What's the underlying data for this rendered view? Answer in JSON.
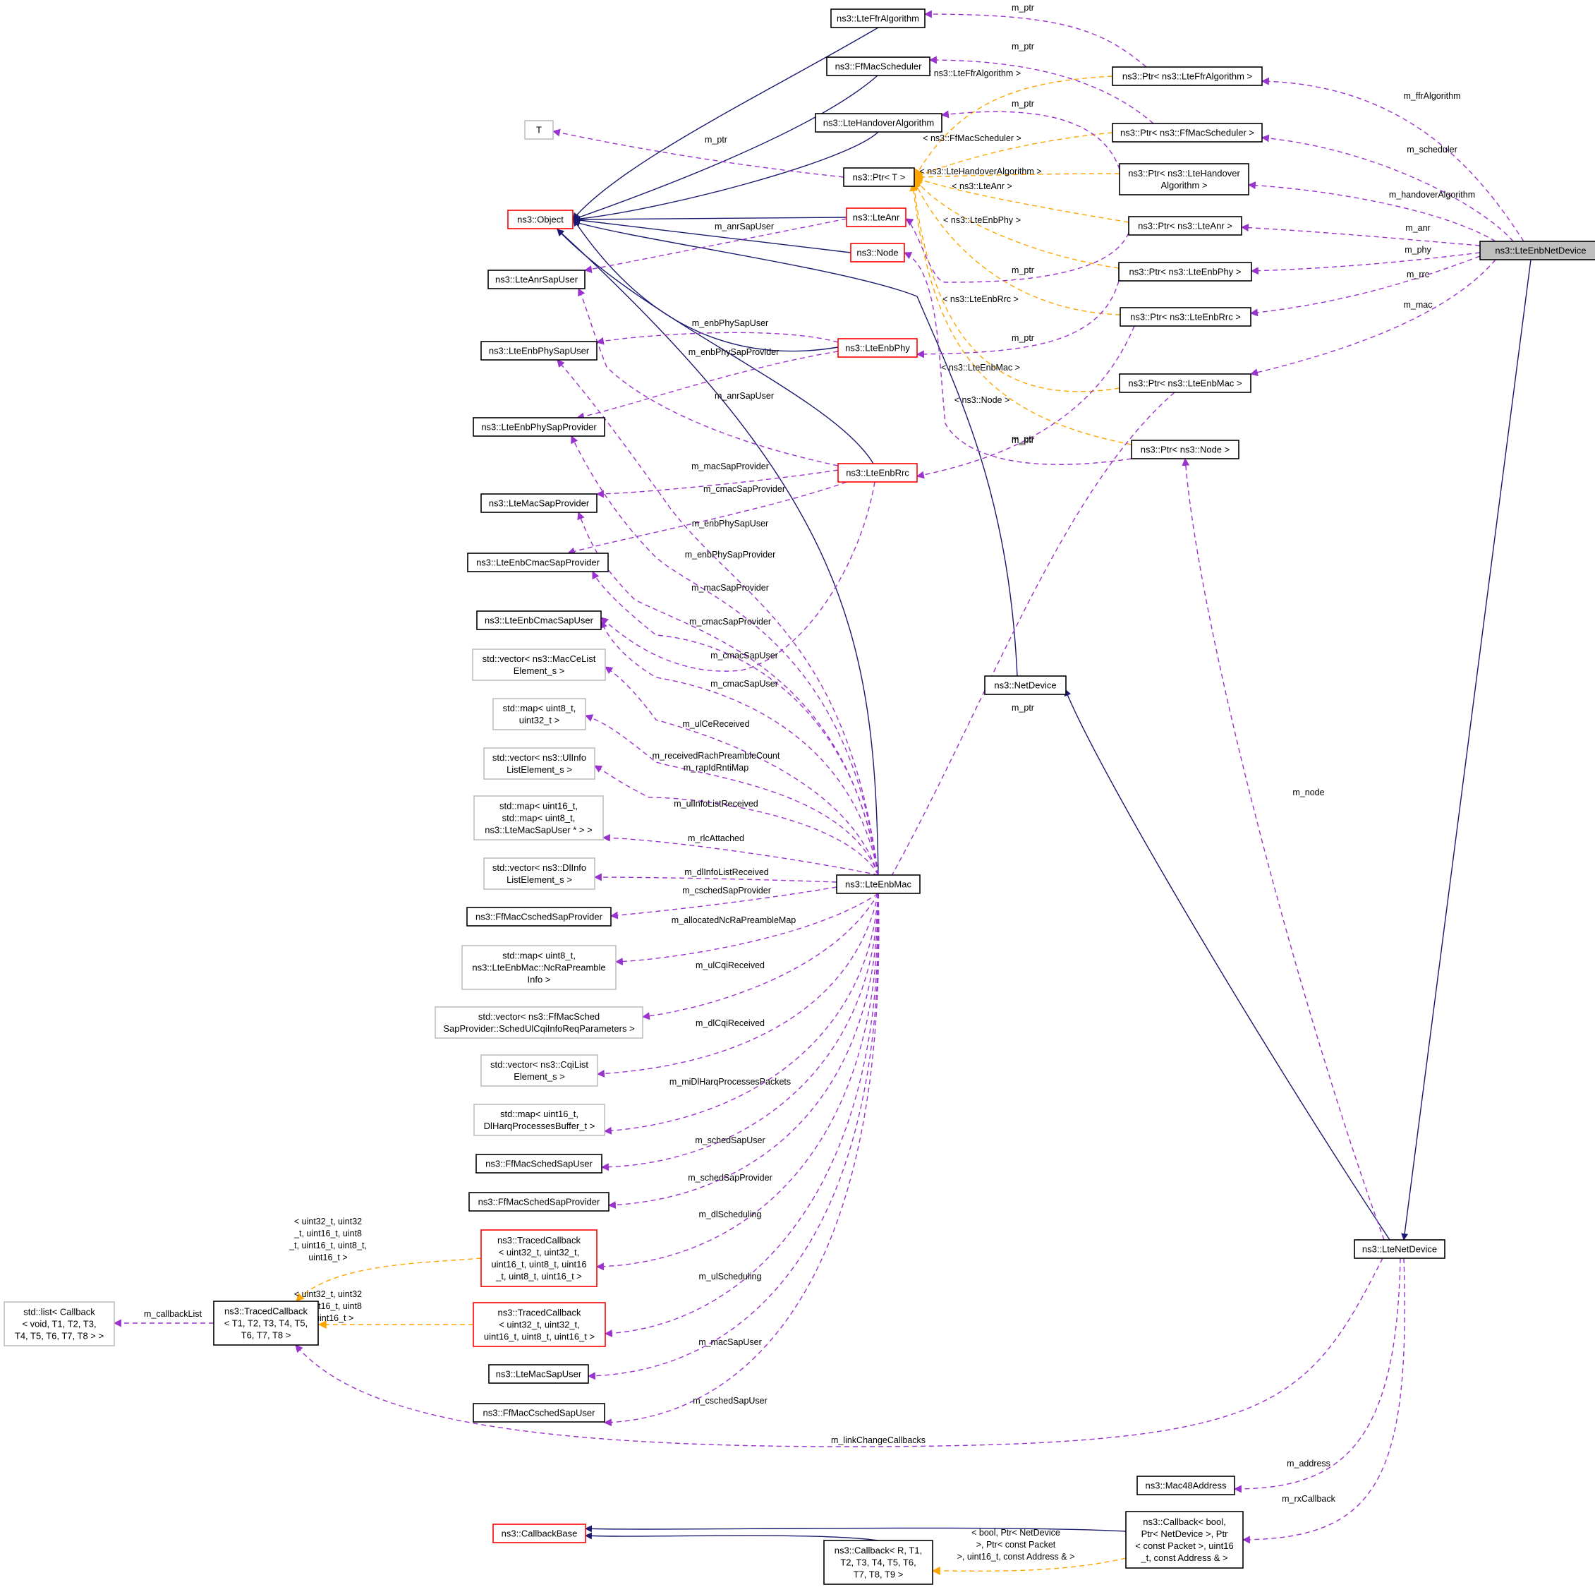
{
  "nodes": [
    {
      "id": "LteEnbNetDevice",
      "lines": [
        "ns3::LteEnbNetDevice"
      ],
      "style": "sel"
    },
    {
      "id": "LteFfrAlgorithm",
      "lines": [
        "ns3::LteFfrAlgorithm"
      ],
      "style": "k"
    },
    {
      "id": "FfMacScheduler",
      "lines": [
        "ns3::FfMacScheduler"
      ],
      "style": "k"
    },
    {
      "id": "LteHandoverAlgorithm",
      "lines": [
        "ns3::LteHandoverAlgorithm"
      ],
      "style": "k"
    },
    {
      "id": "T",
      "lines": [
        "T"
      ],
      "style": "g"
    },
    {
      "id": "PtrT",
      "lines": [
        "ns3::Ptr< T >"
      ],
      "style": "k"
    },
    {
      "id": "Object",
      "lines": [
        "ns3::Object"
      ],
      "style": "r"
    },
    {
      "id": "LteAnr",
      "lines": [
        "ns3::LteAnr"
      ],
      "style": "r"
    },
    {
      "id": "Node",
      "lines": [
        "ns3::Node"
      ],
      "style": "r"
    },
    {
      "id": "LteAnrSapUser",
      "lines": [
        "ns3::LteAnrSapUser"
      ],
      "style": "k"
    },
    {
      "id": "LteEnbPhySapUser",
      "lines": [
        "ns3::LteEnbPhySapUser"
      ],
      "style": "k"
    },
    {
      "id": "LteEnbPhy",
      "lines": [
        "ns3::LteEnbPhy"
      ],
      "style": "r"
    },
    {
      "id": "LteEnbPhySapProvider",
      "lines": [
        "ns3::LteEnbPhySapProvider"
      ],
      "style": "k"
    },
    {
      "id": "LteEnbRrc",
      "lines": [
        "ns3::LteEnbRrc"
      ],
      "style": "r"
    },
    {
      "id": "LteMacSapProvider",
      "lines": [
        "ns3::LteMacSapProvider"
      ],
      "style": "k"
    },
    {
      "id": "LteEnbCmacSapProvider",
      "lines": [
        "ns3::LteEnbCmacSapProvider"
      ],
      "style": "k"
    },
    {
      "id": "LteEnbCmacSapUser",
      "lines": [
        "ns3::LteEnbCmacSapUser"
      ],
      "style": "k"
    },
    {
      "id": "vecMacCe",
      "lines": [
        "std::vector< ns3::MacCeList",
        "Element_s >"
      ],
      "style": "g"
    },
    {
      "id": "mapU8U32",
      "lines": [
        "std::map< uint8_t,",
        "uint32_t >"
      ],
      "style": "g"
    },
    {
      "id": "vecUlInfo",
      "lines": [
        "std::vector< ns3::UlInfo",
        "ListElement_s >"
      ],
      "style": "g"
    },
    {
      "id": "mapRlc",
      "lines": [
        "std::map< uint16_t,",
        "std::map< uint8_t,",
        "ns3::LteMacSapUser * > >"
      ],
      "style": "g"
    },
    {
      "id": "vecDlInfo",
      "lines": [
        "std::vector< ns3::DlInfo",
        "ListElement_s >"
      ],
      "style": "g"
    },
    {
      "id": "FfMacCschedSapProvider",
      "lines": [
        "ns3::FfMacCschedSapProvider"
      ],
      "style": "k"
    },
    {
      "id": "mapNcRa",
      "lines": [
        "std::map< uint8_t,",
        "ns3::LteEnbMac::NcRaPreamble",
        "Info >"
      ],
      "style": "g"
    },
    {
      "id": "vecSchedUlCqi",
      "lines": [
        "std::vector< ns3::FfMacSched",
        "SapProvider::SchedUlCqiInfoReqParameters >"
      ],
      "style": "g"
    },
    {
      "id": "vecCqiList",
      "lines": [
        "std::vector< ns3::CqiList",
        "Element_s >"
      ],
      "style": "g"
    },
    {
      "id": "mapDlHarq",
      "lines": [
        "std::map< uint16_t,",
        "DlHarqProcessesBuffer_t >"
      ],
      "style": "g"
    },
    {
      "id": "FfMacSchedSapUser",
      "lines": [
        "ns3::FfMacSchedSapUser"
      ],
      "style": "k"
    },
    {
      "id": "FfMacSchedSapProvider",
      "lines": [
        "ns3::FfMacSchedSapProvider"
      ],
      "style": "k"
    },
    {
      "id": "TracedCb1",
      "lines": [
        "ns3::TracedCallback",
        "< uint32_t, uint32_t,",
        "uint16_t, uint8_t, uint16",
        "_t, uint8_t, uint16_t >"
      ],
      "style": "r"
    },
    {
      "id": "TracedCb2",
      "lines": [
        "ns3::TracedCallback",
        "< uint32_t, uint32_t,",
        "uint16_t, uint8_t, uint16_t >"
      ],
      "style": "r"
    },
    {
      "id": "LteMacSapUser",
      "lines": [
        "ns3::LteMacSapUser"
      ],
      "style": "k"
    },
    {
      "id": "FfMacCschedSapUser",
      "lines": [
        "ns3::FfMacCschedSapUser"
      ],
      "style": "k"
    },
    {
      "id": "TracedCbT",
      "lines": [
        "ns3::TracedCallback",
        "< T1, T2, T3, T4, T5,",
        "T6, T7, T8 >"
      ],
      "style": "k"
    },
    {
      "id": "listCb",
      "lines": [
        "std::list< Callback",
        "< void, T1, T2, T3,",
        "T4, T5, T6, T7, T8 > >"
      ],
      "style": "g"
    },
    {
      "id": "LteEnbMac",
      "lines": [
        "ns3::LteEnbMac"
      ],
      "style": "k"
    },
    {
      "id": "NetDevice",
      "lines": [
        "ns3::NetDevice"
      ],
      "style": "k"
    },
    {
      "id": "LteNetDevice",
      "lines": [
        "ns3::LteNetDevice"
      ],
      "style": "k"
    },
    {
      "id": "PtrFfr",
      "lines": [
        "ns3::Ptr< ns3::LteFfrAlgorithm >"
      ],
      "style": "k"
    },
    {
      "id": "PtrFfMac",
      "lines": [
        "ns3::Ptr< ns3::FfMacScheduler >"
      ],
      "style": "k"
    },
    {
      "id": "PtrHo",
      "lines": [
        "ns3::Ptr< ns3::LteHandover",
        "Algorithm >"
      ],
      "style": "k"
    },
    {
      "id": "PtrAnr",
      "lines": [
        "ns3::Ptr< ns3::LteAnr >"
      ],
      "style": "k"
    },
    {
      "id": "PtrPhy",
      "lines": [
        "ns3::Ptr< ns3::LteEnbPhy >"
      ],
      "style": "k"
    },
    {
      "id": "PtrRrc",
      "lines": [
        "ns3::Ptr< ns3::LteEnbRrc >"
      ],
      "style": "k"
    },
    {
      "id": "PtrMac",
      "lines": [
        "ns3::Ptr< ns3::LteEnbMac >"
      ],
      "style": "k"
    },
    {
      "id": "PtrNode",
      "lines": [
        "ns3::Ptr< ns3::Node >"
      ],
      "style": "k"
    },
    {
      "id": "Mac48",
      "lines": [
        "ns3::Mac48Address"
      ],
      "style": "k"
    },
    {
      "id": "CallbackBase",
      "lines": [
        "ns3::CallbackBase"
      ],
      "style": "r"
    },
    {
      "id": "CallbackT",
      "lines": [
        "ns3::Callback< R, T1,",
        "T2, T3, T4, T5, T6,",
        "T7, T8, T9 >"
      ],
      "style": "k"
    },
    {
      "id": "CallbackBool",
      "lines": [
        "ns3::Callback< bool,",
        "Ptr< NetDevice >, Ptr",
        "< const Packet >, uint16",
        "_t, const Address & >"
      ],
      "style": "k"
    }
  ],
  "edges": [
    {
      "id": "e-ffr-obj",
      "kind": "inh",
      "label": []
    },
    {
      "id": "e-ffmac-obj",
      "kind": "inh",
      "label": []
    },
    {
      "id": "e-ho-obj",
      "kind": "inh",
      "label": []
    },
    {
      "id": "e-anr-obj",
      "kind": "inh",
      "label": []
    },
    {
      "id": "e-node-obj",
      "kind": "inh",
      "label": []
    },
    {
      "id": "e-phy-obj",
      "kind": "inh",
      "label": []
    },
    {
      "id": "e-rrc-obj",
      "kind": "inh",
      "label": []
    },
    {
      "id": "e-mac-obj",
      "kind": "inh",
      "label": []
    },
    {
      "id": "e-nd-obj",
      "kind": "inh",
      "label": []
    },
    {
      "id": "e-lnd-nd",
      "kind": "inh",
      "label": []
    },
    {
      "id": "e-enb-lnd",
      "kind": "inh",
      "label": []
    },
    {
      "id": "e-cbt-base",
      "kind": "inh",
      "label": []
    },
    {
      "id": "e-cbb-base",
      "kind": "inh",
      "label": []
    },
    {
      "id": "t-ffr",
      "kind": "tpl",
      "label": [
        "< ns3::LteFfrAlgorithm >"
      ]
    },
    {
      "id": "t-ffmac",
      "kind": "tpl",
      "label": [
        "< ns3::FfMacScheduler >"
      ]
    },
    {
      "id": "t-ho",
      "kind": "tpl",
      "label": [
        "< ns3::LteHandoverAlgorithm >"
      ]
    },
    {
      "id": "t-anr",
      "kind": "tpl",
      "label": [
        "< ns3::LteAnr >"
      ]
    },
    {
      "id": "t-phy",
      "kind": "tpl",
      "label": [
        "< ns3::LteEnbPhy >"
      ]
    },
    {
      "id": "t-rrc",
      "kind": "tpl",
      "label": [
        "< ns3::LteEnbRrc >"
      ]
    },
    {
      "id": "t-mac",
      "kind": "tpl",
      "label": [
        "< ns3::LteEnbMac >"
      ]
    },
    {
      "id": "t-node",
      "kind": "tpl",
      "label": [
        "< ns3::Node >"
      ]
    },
    {
      "id": "t-tcb1",
      "kind": "tpl",
      "label": [
        "< uint32_t, uint32",
        "_t, uint16_t, uint8",
        "_t, uint16_t, uint8_t,",
        "uint16_t >"
      ]
    },
    {
      "id": "t-tcb2",
      "kind": "tpl",
      "label": [
        "< uint32_t, uint32",
        "_t, uint16_t, uint8",
        "_t, uint16_t >"
      ]
    },
    {
      "id": "t-cbb",
      "kind": "tpl",
      "label": [
        "< bool, Ptr< NetDevice",
        ">, Ptr< const Packet",
        ">, uint16_t, const Address & >"
      ]
    },
    {
      "id": "u-ffr",
      "kind": "use",
      "label": [
        "m_ptr"
      ]
    },
    {
      "id": "u-ffmac",
      "kind": "use",
      "label": [
        "m_ptr"
      ]
    },
    {
      "id": "u-ho",
      "kind": "use",
      "label": [
        "m_ptr"
      ]
    },
    {
      "id": "u-t",
      "kind": "use",
      "label": [
        "m_ptr"
      ]
    },
    {
      "id": "u-anr",
      "kind": "use",
      "label": [
        "m_ptr"
      ]
    },
    {
      "id": "u-phy",
      "kind": "use",
      "label": [
        "m_ptr"
      ]
    },
    {
      "id": "u-rrc",
      "kind": "use",
      "label": [
        "m_ptr"
      ]
    },
    {
      "id": "u-mac",
      "kind": "use",
      "label": [
        "m_ptr"
      ]
    },
    {
      "id": "u-node",
      "kind": "use",
      "label": [
        "m_ptr"
      ]
    },
    {
      "id": "m-ffr",
      "kind": "use",
      "label": [
        "m_ffrAlgorithm"
      ]
    },
    {
      "id": "m-sched",
      "kind": "use",
      "label": [
        "m_scheduler"
      ]
    },
    {
      "id": "m-ho",
      "kind": "use",
      "label": [
        "m_handoverAlgorithm"
      ]
    },
    {
      "id": "m-anr",
      "kind": "use",
      "label": [
        "m_anr"
      ]
    },
    {
      "id": "m-phy",
      "kind": "use",
      "label": [
        "m_phy"
      ]
    },
    {
      "id": "m-rrc",
      "kind": "use",
      "label": [
        "m_rrc"
      ]
    },
    {
      "id": "m-mac",
      "kind": "use",
      "label": [
        "m_mac"
      ]
    },
    {
      "id": "m-node",
      "kind": "use",
      "label": [
        "m_node"
      ]
    },
    {
      "id": "m-addr",
      "kind": "use",
      "label": [
        "m_address"
      ]
    },
    {
      "id": "m-rx",
      "kind": "use",
      "label": [
        "m_rxCallback"
      ]
    },
    {
      "id": "m-link",
      "kind": "use",
      "label": [
        "m_linkChangeCallbacks"
      ]
    },
    {
      "id": "m-cblist",
      "kind": "use",
      "label": [
        "m_callbackList"
      ]
    },
    {
      "id": "a-anrsap",
      "kind": "use",
      "label": [
        "m_anrSapUser"
      ]
    },
    {
      "id": "a-anrsap2",
      "kind": "use",
      "label": [
        "m_anrSapUser"
      ]
    },
    {
      "id": "p-physapu",
      "kind": "use",
      "label": [
        "m_enbPhySapUser"
      ]
    },
    {
      "id": "p-physapp",
      "kind": "use",
      "label": [
        "m_enbPhySapProvider"
      ]
    },
    {
      "id": "r-macsapp",
      "kind": "use",
      "label": [
        "m_macSapProvider"
      ]
    },
    {
      "id": "r-cmacsapp",
      "kind": "use",
      "label": [
        "m_cmacSapProvider"
      ]
    },
    {
      "id": "r-cmacsapu",
      "kind": "use",
      "label": [
        "m_cmacSapUser"
      ]
    },
    {
      "id": "c-physapu",
      "kind": "use",
      "label": [
        "m_enbPhySapUser"
      ]
    },
    {
      "id": "c-physapp",
      "kind": "use",
      "label": [
        "m_enbPhySapProvider"
      ]
    },
    {
      "id": "c-macsapp",
      "kind": "use",
      "label": [
        "m_macSapProvider"
      ]
    },
    {
      "id": "c-cmacsapp",
      "kind": "use",
      "label": [
        "m_cmacSapProvider"
      ]
    },
    {
      "id": "c-cmacsapu",
      "kind": "use",
      "label": [
        "m_cmacSapUser"
      ]
    },
    {
      "id": "c-ulce",
      "kind": "use",
      "label": [
        "m_ulCeReceived"
      ]
    },
    {
      "id": "c-rach",
      "kind": "use",
      "label": [
        "m_receivedRachPreambleCount",
        "m_rapIdRntiMap"
      ]
    },
    {
      "id": "c-ulinfo",
      "kind": "use",
      "label": [
        "m_ulInfoListReceived"
      ]
    },
    {
      "id": "c-rlc",
      "kind": "use",
      "label": [
        "m_rlcAttached"
      ]
    },
    {
      "id": "c-dlinfo",
      "kind": "use",
      "label": [
        "m_dlInfoListReceived"
      ]
    },
    {
      "id": "c-csched",
      "kind": "use",
      "label": [
        "m_cschedSapProvider"
      ]
    },
    {
      "id": "c-ncra",
      "kind": "use",
      "label": [
        "m_allocatedNcRaPreambleMap"
      ]
    },
    {
      "id": "c-ulcqi",
      "kind": "use",
      "label": [
        "m_ulCqiReceived"
      ]
    },
    {
      "id": "c-dlcqi",
      "kind": "use",
      "label": [
        "m_dlCqiReceived"
      ]
    },
    {
      "id": "c-harq",
      "kind": "use",
      "label": [
        "m_miDlHarqProcessesPackets"
      ]
    },
    {
      "id": "c-schedu",
      "kind": "use",
      "label": [
        "m_schedSapUser"
      ]
    },
    {
      "id": "c-schedp",
      "kind": "use",
      "label": [
        "m_schedSapProvider"
      ]
    },
    {
      "id": "c-dlsch",
      "kind": "use",
      "label": [
        "m_dlScheduling"
      ]
    },
    {
      "id": "c-ulsch",
      "kind": "use",
      "label": [
        "m_ulScheduling"
      ]
    },
    {
      "id": "c-macsapu",
      "kind": "use",
      "label": [
        "m_macSapUser"
      ]
    },
    {
      "id": "c-cschedu",
      "kind": "use",
      "label": [
        "m_cschedSapUser"
      ]
    }
  ]
}
